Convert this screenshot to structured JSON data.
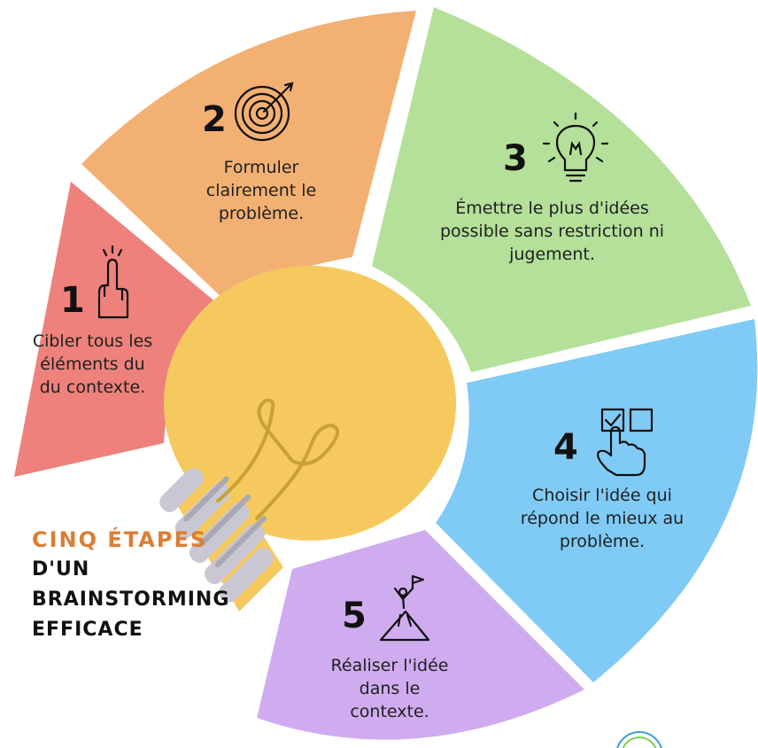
{
  "colors": {
    "step1": "#ee817b",
    "step2": "#f3b073",
    "step3": "#b4e09a",
    "step4": "#80cbf6",
    "step5": "#cfacef",
    "bulb": "#f6c95f",
    "title_accent": "#dc7d36"
  },
  "steps": [
    {
      "number": "1",
      "icon": "pointing-finger-icon",
      "lines": [
        "Cibler tous les",
        "éléments du",
        "du contexte."
      ]
    },
    {
      "number": "2",
      "icon": "target-icon",
      "lines": [
        "Formuler",
        "clairement le",
        "problème."
      ]
    },
    {
      "number": "3",
      "icon": "lightbulb-icon",
      "lines": [
        "Émettre le plus d'idées",
        "possible sans restriction ni",
        "jugement."
      ]
    },
    {
      "number": "4",
      "icon": "checkbox-click-icon",
      "lines": [
        "Choisir l'idée qui",
        "répond le mieux au",
        "problème."
      ]
    },
    {
      "number": "5",
      "icon": "summit-flag-icon",
      "lines": [
        "Réaliser l'idée",
        "dans le",
        "contexte."
      ]
    }
  ],
  "title": {
    "line1": "CINQ ÉTAPES",
    "line2": "D'UN",
    "line3": "BRAINSTORMING",
    "line4": "EFFICACE"
  }
}
